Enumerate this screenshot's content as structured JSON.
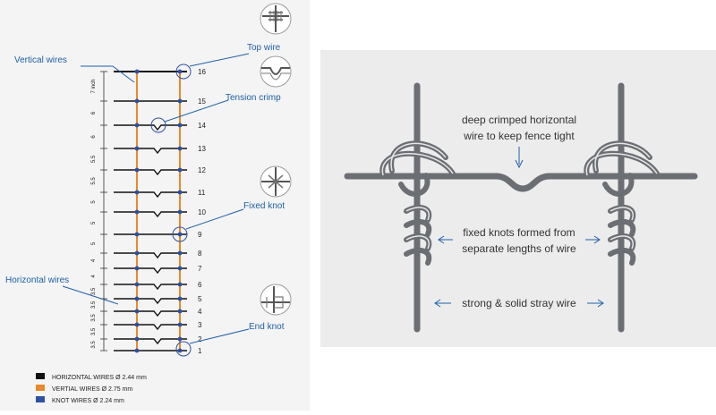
{
  "left": {
    "labels": {
      "vertical_wires": "Vertical wires",
      "horizontal_wires": "Horizontal wires",
      "top_wire": "Top wire",
      "tension_crimp": "Tension crimp",
      "fixed_knot": "Fixed knot",
      "end_knot": "End knot"
    },
    "wire_numbers": [
      "16",
      "15",
      "14",
      "13",
      "12",
      "11",
      "10",
      "9",
      "8",
      "7",
      "6",
      "5",
      "4",
      "3",
      "2",
      "1"
    ],
    "spacings": [
      "7 inch",
      "6",
      "6",
      "5.5",
      "5.5",
      "5",
      "5",
      "5",
      "4",
      "4",
      "3.5",
      "3.5",
      "3.5",
      "3.5",
      "3.5"
    ],
    "legend": [
      {
        "text": "HORIZONTAL WIRES  Ø 2.44 mm",
        "color": "#111111"
      },
      {
        "text": "VERTIAL WIRES  Ø 2.75 mm",
        "color": "#e8892b"
      },
      {
        "text": "KNOT WIRES Ø 2.24 mm",
        "color": "#2f4fa0"
      }
    ]
  },
  "right": {
    "annotations": {
      "crimp": [
        "deep crimped horizontal",
        "wire to keep fence tight"
      ],
      "knots": [
        "fixed knots formed from",
        "separate lengths of wire"
      ],
      "stay": "strong & solid stray wire"
    }
  },
  "colors": {
    "horizontal": "#111111",
    "vertical": "#e8892b",
    "knot": "#2f4fa0",
    "label": "#1f5fa8",
    "wire_gray": "#6b6e73"
  }
}
